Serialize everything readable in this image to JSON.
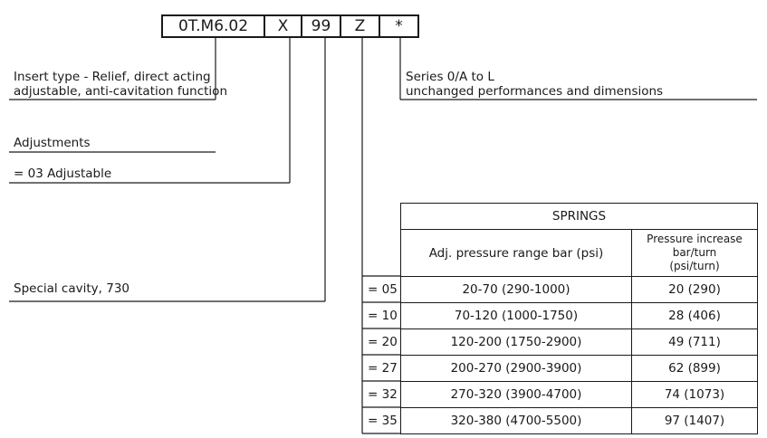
{
  "code": {
    "base": "0T.M6.02",
    "type": "X",
    "cavity": "99",
    "spring": "Z",
    "series": "*"
  },
  "labels": {
    "insert_type_line1": "Insert type - Relief, direct acting",
    "insert_type_line2": "adjustable, anti-cavitation function",
    "adjustments_title": "Adjustments",
    "adjustments_value": "= 03 Adjustable",
    "special_cavity": "Special cavity, 730",
    "series_line1": "Series 0/A to L",
    "series_line2": "unchanged performances and dimensions"
  },
  "springs": {
    "title": "SPRINGS",
    "col_range": "Adj. pressure range bar (psi)",
    "col_increase_line1": "Pressure increase",
    "col_increase_line2": "bar/turn",
    "col_increase_line3": "(psi/turn)",
    "rows": [
      {
        "code": "= 05",
        "range": "20-70 (290-1000)",
        "increase": "20 (290)"
      },
      {
        "code": "= 10",
        "range": "70-120 (1000-1750)",
        "increase": "28 (406)"
      },
      {
        "code": "= 20",
        "range": "120-200 (1750-2900)",
        "increase": "49 (711)"
      },
      {
        "code": "= 27",
        "range": "200-270 (2900-3900)",
        "increase": "62 (899)"
      },
      {
        "code": "= 32",
        "range": "270-320 (3900-4700)",
        "increase": "74 (1073)"
      },
      {
        "code": "= 35",
        "range": "320-380 (4700-5500)",
        "increase": "97 (1407)"
      }
    ]
  }
}
